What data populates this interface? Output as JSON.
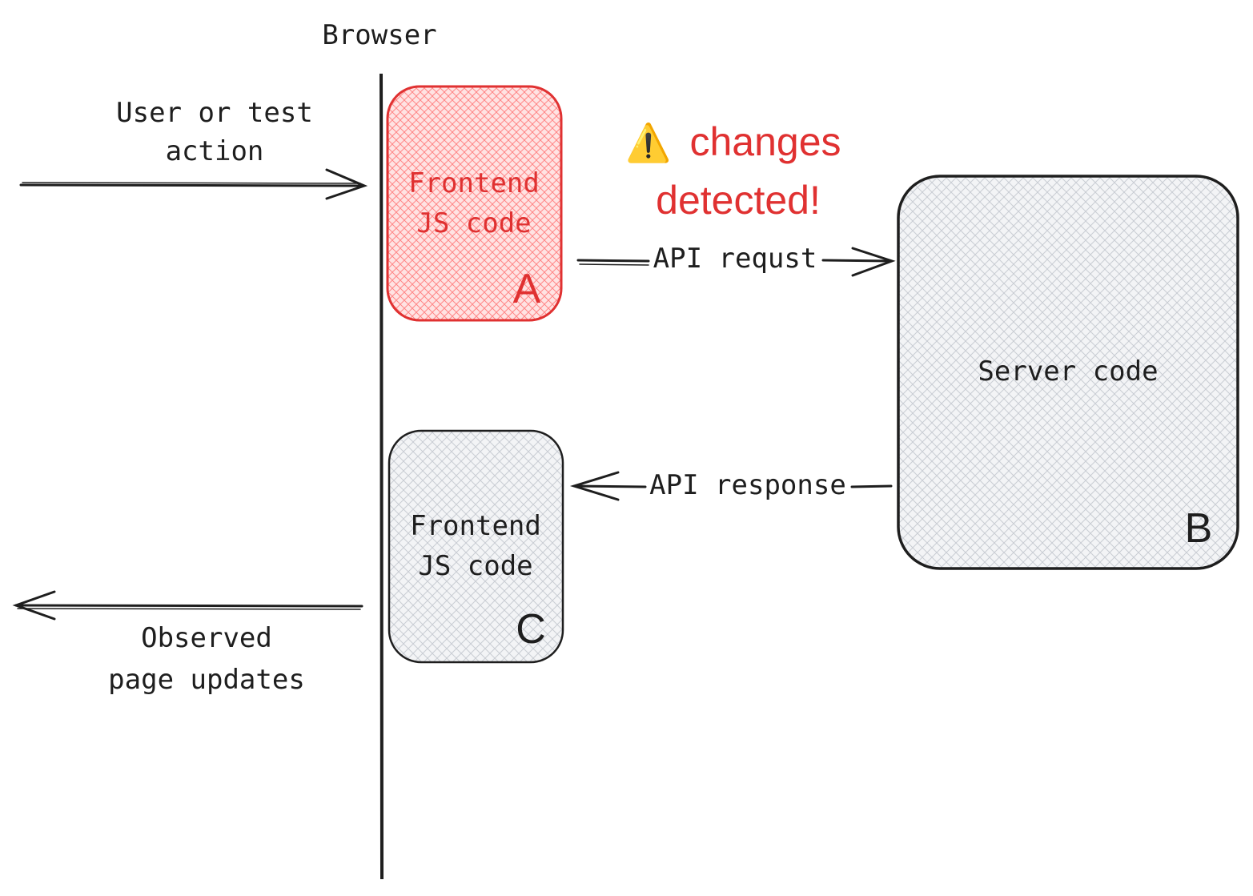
{
  "browser_label": "Browser",
  "user_action": {
    "line1": "User or test",
    "line2": "action"
  },
  "observed": {
    "line1": "Observed",
    "line2": "page updates"
  },
  "box_a": {
    "line1": "Frontend",
    "line2": "JS code",
    "letter": "A"
  },
  "box_b": {
    "text": "Server code",
    "letter": "B"
  },
  "box_c": {
    "line1": "Frontend",
    "line2": "JS code",
    "letter": "C"
  },
  "warning": {
    "icon": "⚠️",
    "line1": "changes",
    "line2": "detected!"
  },
  "api_request": "API requst",
  "api_response": "API response",
  "colors": {
    "stroke": "#1e1e1e",
    "highlight_red": "#e03131",
    "hatch_red": "#ff8787",
    "hatch_gray": "#c9cdd4"
  }
}
